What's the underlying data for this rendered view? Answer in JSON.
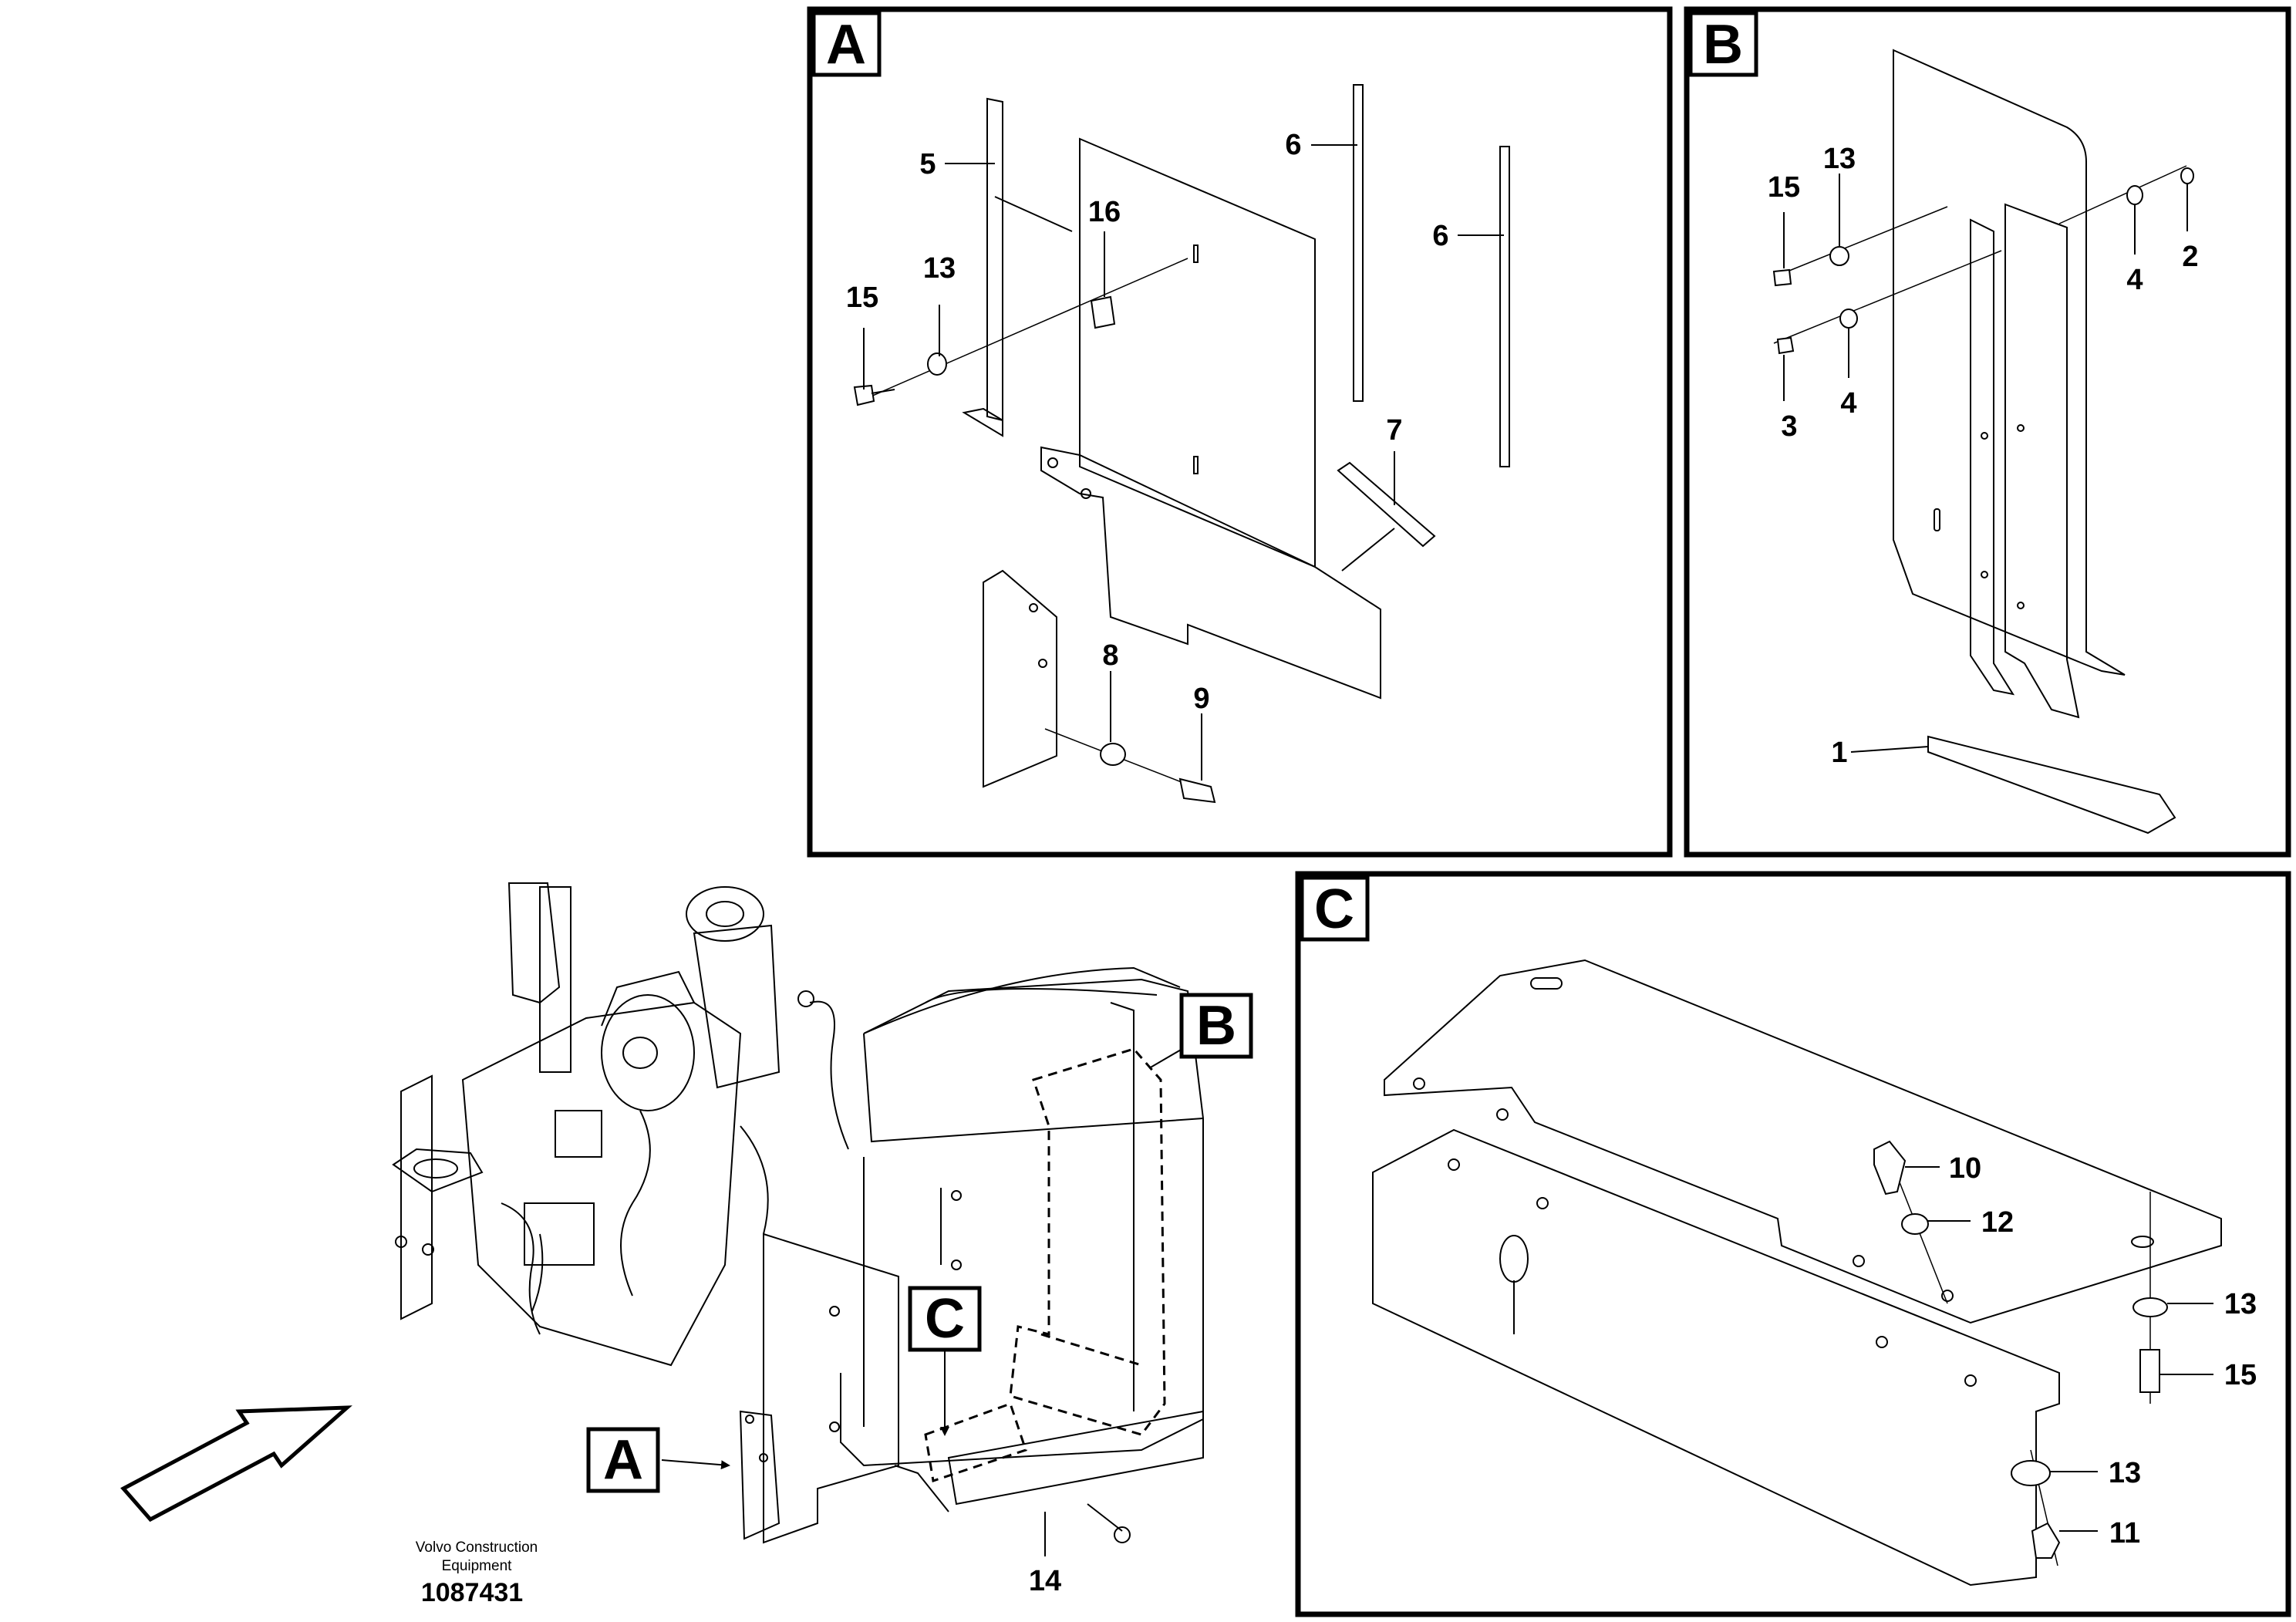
{
  "panels": {
    "A": {
      "letter": "A",
      "callouts": {
        "c5": "5",
        "c16": "16",
        "c13": "13",
        "c15": "15",
        "c6a": "6",
        "c6b": "6",
        "c7": "7",
        "c8": "8",
        "c9": "9"
      }
    },
    "B": {
      "letter": "B",
      "callouts": {
        "c15": "15",
        "c13": "13",
        "c4a": "4",
        "c2": "2",
        "c3": "3",
        "c4b": "4",
        "c1": "1"
      }
    },
    "C": {
      "letter": "C",
      "callouts": {
        "c10": "10",
        "c12": "12",
        "c13a": "13",
        "c15": "15",
        "c13b": "13",
        "c11": "11"
      }
    }
  },
  "overview": {
    "labels": {
      "A": "A",
      "B": "B",
      "C": "C"
    },
    "callouts": {
      "c14": "14"
    }
  },
  "footer": {
    "line1": "Volvo Construction",
    "line2": "Equipment",
    "number": "1087431"
  }
}
